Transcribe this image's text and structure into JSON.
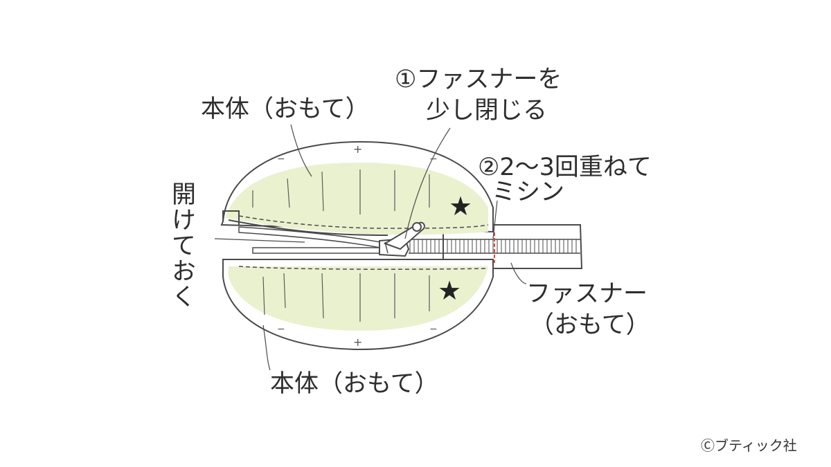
{
  "labels": {
    "body_top": "本体（おもて）",
    "step1": [
      "①ファスナーを",
      "少し閉じる"
    ],
    "step2": [
      "②2～3回重ねて",
      "ミシン"
    ],
    "open_keep": "開けておく",
    "zipper": [
      "ファスナー",
      "（おもて）"
    ],
    "body_bottom": "本体（おもて）",
    "copyright": "Ⓒブティック社"
  },
  "marks": {
    "star": "★",
    "plus": "+",
    "minus": "−"
  },
  "colors": {
    "line": "#4a4a4a",
    "fill": "#eaf1cf",
    "stitch": "#d9463c",
    "text": "#2e2e2e"
  }
}
